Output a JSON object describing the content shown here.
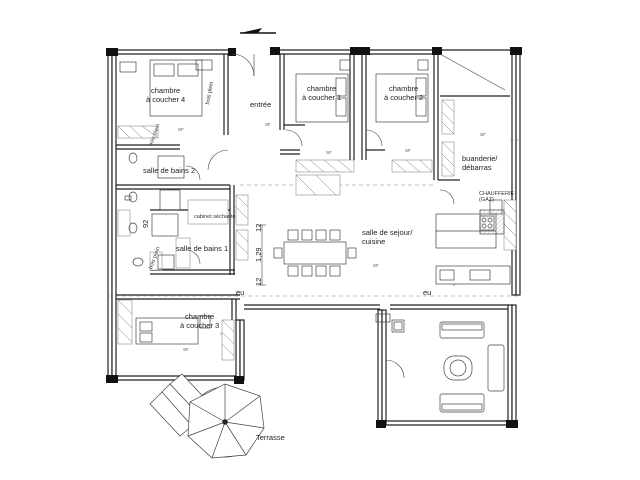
{
  "plan": {
    "rooms": {
      "chambre4": [
        "chambre",
        "à  coucher 4"
      ],
      "chambre1": [
        "chambre",
        "à coucher 1"
      ],
      "chambre2": [
        "chambre",
        "à coucher 2"
      ],
      "chambre3": [
        "chambre",
        "à coucher 3"
      ],
      "entree": "entrée",
      "sdb2": "salle de bains 2",
      "sdb1": "salle de bains 1",
      "sejour": [
        "salle de sejour/",
        "cuisine"
      ],
      "buanderie": [
        "buanderie/",
        "débarras"
      ],
      "chaufferie": [
        "CHAUFFERIE",
        "(GAZ)"
      ],
      "terrasse": "Terrasse",
      "cabinet": "cabinet séchante"
    },
    "annotations": {
      "sf_mark": "SF",
      "eu_1": "eu",
      "eu_2": "eu",
      "dim_12_a": "12",
      "dim_129": "1,29",
      "dim_12_b": "12",
      "dim_92": "92",
      "bois_plein_1": "bois plein",
      "bois_plein_2": "bois plein",
      "bois_plein_3": "bois plein"
    }
  }
}
